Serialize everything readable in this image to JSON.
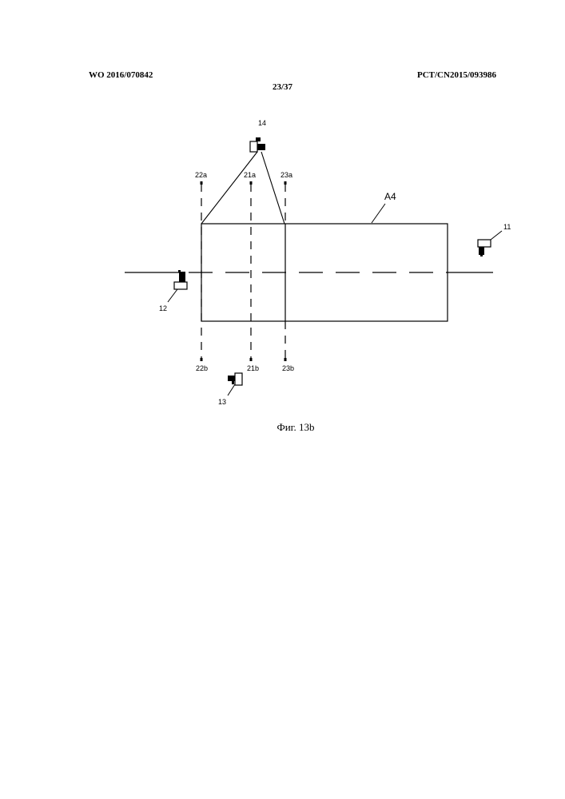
{
  "header": {
    "pub_number": "WO 2016/070842",
    "app_number": "PCT/CN2015/093986",
    "page": "23/37"
  },
  "figure": {
    "caption": "Фиг. 13b",
    "region_label": "A4",
    "labels": {
      "c11": "11",
      "c12": "12",
      "c13": "13",
      "c14": "14",
      "l21a": "21a",
      "l21b": "21b",
      "l22a": "22a",
      "l22b": "22b",
      "l23a": "23a",
      "l23b": "23b"
    }
  }
}
